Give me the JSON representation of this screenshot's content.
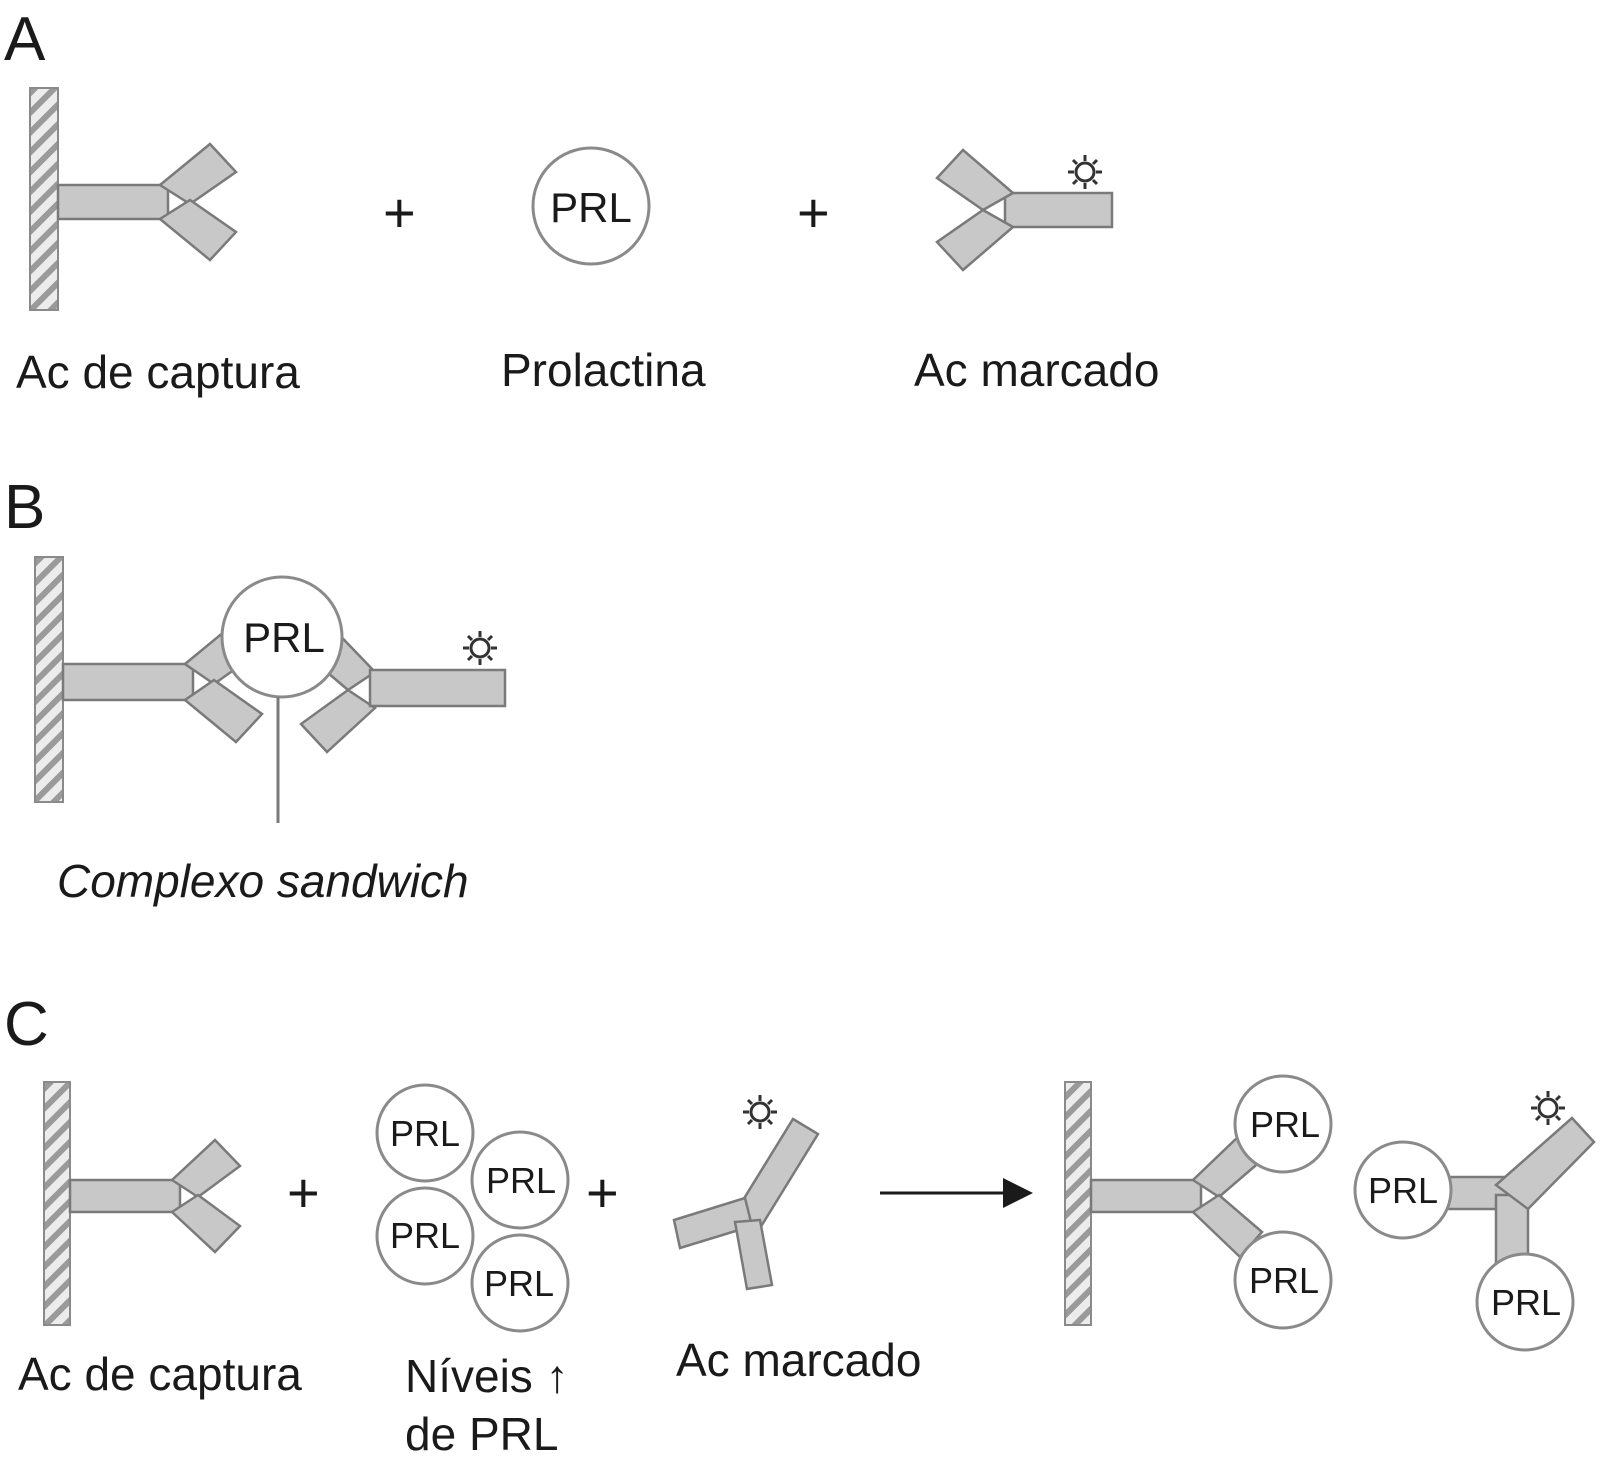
{
  "panels": {
    "a": {
      "letter": "A",
      "plus_1": "+",
      "plus_2": "+",
      "prl_text": "PRL",
      "label_capture": "Ac de captura",
      "label_prolactin": "Prolactina",
      "label_labeled": "Ac marcado"
    },
    "b": {
      "letter": "B",
      "prl_text": "PRL",
      "label_complex": "Complexo sandwich"
    },
    "c": {
      "letter": "C",
      "plus_1": "+",
      "plus_2": "+",
      "prl_cluster": [
        "PRL",
        "PRL",
        "PRL",
        "PRL"
      ],
      "result_prl": [
        "PRL",
        "PRL",
        "PRL",
        "PRL"
      ],
      "label_capture": "Ac de captura",
      "label_levels_line1": "Níveis ↑",
      "label_levels_line2": "de PRL",
      "label_labeled": "Ac marcado"
    }
  },
  "colors": {
    "antibody_fill": "#c8c8c8",
    "antibody_stroke": "#7a7a7a",
    "solid_phase_hatch": "#9a9a9a",
    "text": "#1a1a1a"
  },
  "icons": {
    "label_marker": "sun-star-icon",
    "solid_phase": "hatched-bar-icon",
    "reaction_arrow": "right-arrow-icon"
  }
}
